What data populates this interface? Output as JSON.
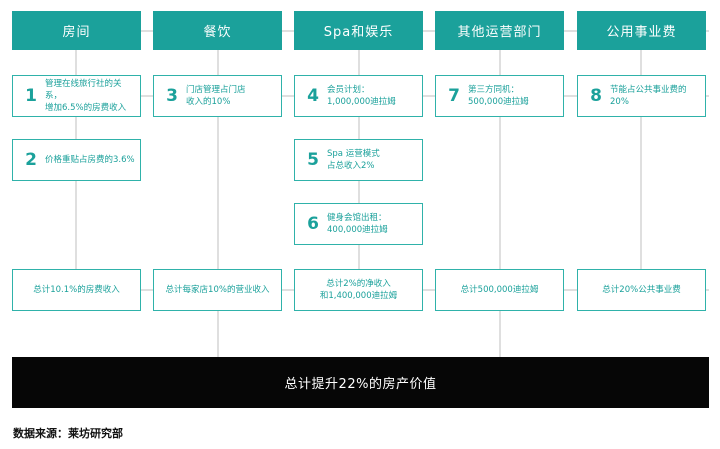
{
  "headers": [
    "房间",
    "餐饮",
    "Spa和娱乐",
    "其他运营部门",
    "公用事业费"
  ],
  "boxes": [
    {
      "num": "1",
      "text": "管理在线旅行社的关系，\n增加6.5%的房费收入"
    },
    {
      "num": "2",
      "text": "价格重贴占房费的3.6%"
    },
    {
      "num": "3",
      "text": "门店管理占门店\n收入的10%"
    },
    {
      "num": "4",
      "text": "会员计划：\n1,000,000迪拉姆"
    },
    {
      "num": "5",
      "text": "Spa 运营模式\n占总收入2%"
    },
    {
      "num": "6",
      "text": "健身会馆出租：\n400,000迪拉姆"
    },
    {
      "num": "7",
      "text": "第三方同机：\n500,000迪拉姆"
    },
    {
      "num": "8",
      "text": "节能占公共事业费的20%"
    }
  ],
  "totals": [
    "总计10.1%的房费收入",
    "总计每家店10%的营业收入",
    "总计2%的净收入\n和1,400,000迪拉姆",
    "总计500,000迪拉姆",
    "总计20%公共事业费"
  ],
  "bottom_label": "总计提升22%的房产价值",
  "source": "数据来源：莱坊研究部",
  "colors": {
    "teal": "#1ba19b",
    "border": "#2fb2aa",
    "dark": "#060606",
    "connector": "#bfbfbf"
  }
}
